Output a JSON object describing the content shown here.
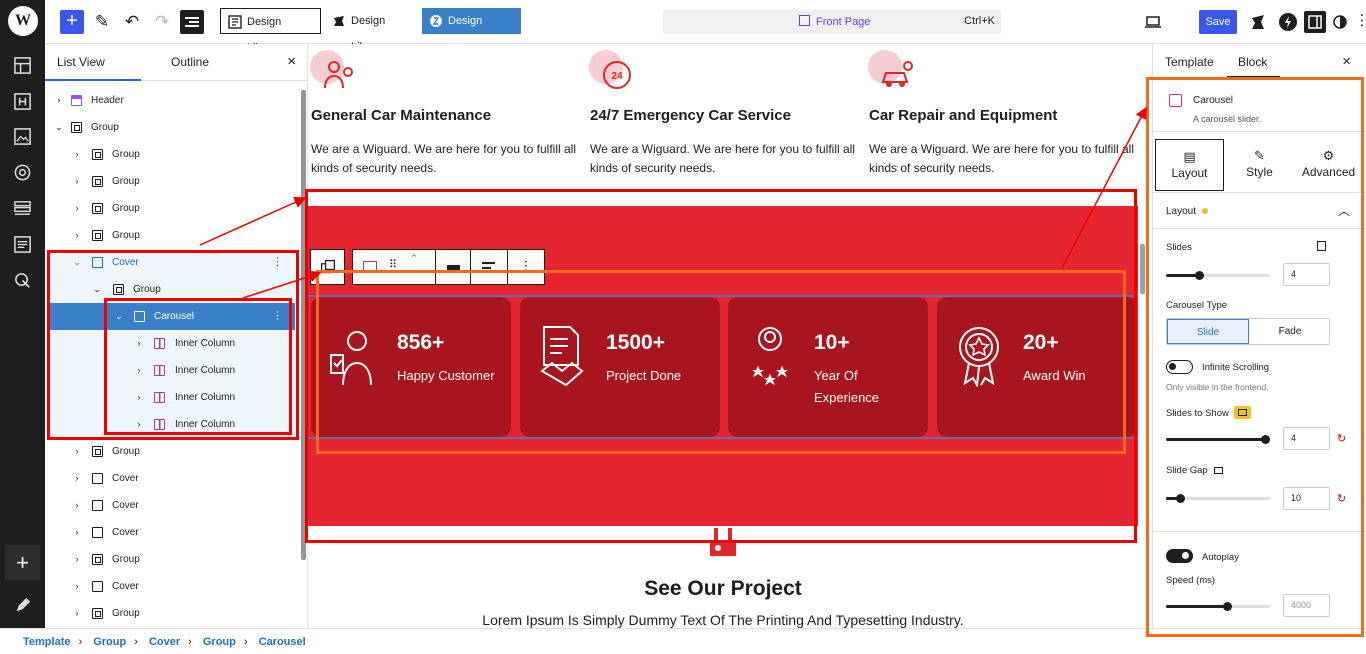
{
  "topbar": {
    "design_library_1": "Design Library",
    "design_library_2": "Design Library",
    "design_library_3": "Design Library",
    "page_title": "Front Page",
    "shortcut": "Ctrl+K",
    "save_label": "Save"
  },
  "list_view": {
    "tab_list": "List View",
    "tab_outline": "Outline",
    "close": "×",
    "rows": [
      {
        "label": "Header"
      },
      {
        "label": "Group"
      },
      {
        "label": "Group"
      },
      {
        "label": "Group"
      },
      {
        "label": "Group"
      },
      {
        "label": "Group"
      },
      {
        "label": "Cover"
      },
      {
        "label": "Group"
      },
      {
        "label": "Carousel"
      },
      {
        "label": "Inner Column"
      },
      {
        "label": "Inner Column"
      },
      {
        "label": "Inner Column"
      },
      {
        "label": "Inner Column"
      },
      {
        "label": "Group"
      },
      {
        "label": "Cover"
      },
      {
        "label": "Cover"
      },
      {
        "label": "Cover"
      },
      {
        "label": "Group"
      },
      {
        "label": "Cover"
      },
      {
        "label": "Group"
      }
    ]
  },
  "breadcrumb": [
    "Template",
    "Group",
    "Cover",
    "Group",
    "Carousel"
  ],
  "canvas": {
    "services": [
      {
        "title": "General Car Maintenance",
        "text": "We are a Wiguard. We are here for you to fulfill all kinds of security needs."
      },
      {
        "title": "24/7 Emergency Car Service",
        "text": "We are a Wiguard. We are here for you to fulfill all kinds of security needs."
      },
      {
        "title": "Car Repair and Equipment",
        "text": "We are a Wiguard. We are here for you to fulfill all kinds of security needs."
      }
    ],
    "stats": [
      {
        "number": "856+",
        "label": "Happy Customer",
        "icon": "worker-icon"
      },
      {
        "number": "1500+",
        "label": "Project Done",
        "icon": "handshake-document-icon"
      },
      {
        "number": "10+",
        "label": "Year Of Experience",
        "icon": "person-stars-icon"
      },
      {
        "number": "20+",
        "label": "Award Win",
        "icon": "award-badge-icon"
      }
    ],
    "project_title": "See Our Project",
    "project_subtitle": "Lorem Ipsum Is Simply Dummy Text Of The Printing And Typesetting Industry."
  },
  "settings": {
    "tab_template": "Template",
    "tab_block": "Block",
    "close": "×",
    "block_name": "Carousel",
    "block_desc": "A carousel slider.",
    "tab_layout": "Layout",
    "tab_style": "Style",
    "tab_advanced": "Advanced",
    "section_layout": "Layout",
    "slides_label": "Slides",
    "slides_value": "4",
    "slides_level": 0.3,
    "carousel_type_label": "Carousel Type",
    "type_slide": "Slide",
    "type_fade": "Fade",
    "infinite_label": "Infinite Scrolling",
    "infinite_hint": "Only visible in the frontend.",
    "slides_show_label": "Slides to Show",
    "slides_show_value": "4",
    "slides_show_level": 1.0,
    "slide_gap_label": "Slide Gap",
    "slide_gap_value": "10",
    "slide_gap_level": 0.1,
    "autoplay_label": "Autoplay",
    "speed_label": "Speed (ms)",
    "speed_placeholder": "4000",
    "speed_level": 0.6
  },
  "colors": {
    "accent": "#3858e9",
    "cover_red": "#e52630",
    "card_red": "#a8151f",
    "annotation_red": "#ee0000",
    "annotation_orange": "#f26b1d"
  }
}
